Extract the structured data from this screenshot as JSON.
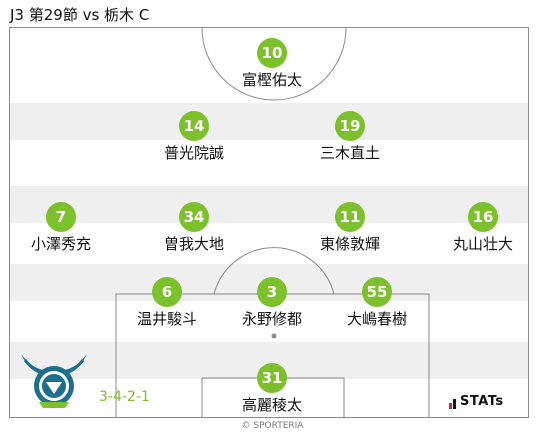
{
  "header": {
    "title": "J3 第29節 vs 栃木 C"
  },
  "formation": "3-4-2-1",
  "brand": {
    "stats_label": "STATs",
    "copyright": "© SPORTERIA"
  },
  "colors": {
    "accent": "#7cc12b",
    "band": "#efefef",
    "line": "#8a8a8a"
  },
  "players": [
    {
      "number": "10",
      "name": "富樫佑太"
    },
    {
      "number": "14",
      "name": "普光院誠"
    },
    {
      "number": "19",
      "name": "三木直土"
    },
    {
      "number": "7",
      "name": "小澤秀充"
    },
    {
      "number": "34",
      "name": "曽我大地"
    },
    {
      "number": "11",
      "name": "東條敦輝"
    },
    {
      "number": "16",
      "name": "丸山壮大"
    },
    {
      "number": "6",
      "name": "温井駿斗"
    },
    {
      "number": "3",
      "name": "永野修都"
    },
    {
      "number": "55",
      "name": "大嶋春樹"
    },
    {
      "number": "31",
      "name": "高麗稜太"
    }
  ]
}
